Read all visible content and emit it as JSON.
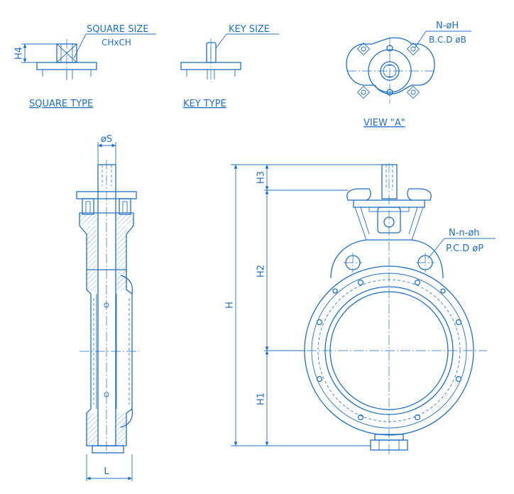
{
  "colors": {
    "line": "#1f6fbf",
    "background": "#ffffff"
  },
  "square_type": {
    "callout_title": "SQUARE SIZE",
    "callout_value": "CHxCH",
    "height_label": "H4",
    "caption": "SQUARE TYPE"
  },
  "key_type": {
    "callout_title": "KEY SIZE",
    "caption": "KEY TYPE"
  },
  "view_a": {
    "callout_holes": "N-øH",
    "callout_bcd": "B.C.D øB",
    "caption": "VIEW \"A\""
  },
  "side_view": {
    "stem_dia_label": "øS",
    "length_label": "L"
  },
  "front_view": {
    "dims": {
      "total": "H",
      "top": "H3",
      "upper": "H2",
      "lower": "H1"
    },
    "callout_holes": "N-n-øh",
    "callout_pcd": "P.C.D øP"
  }
}
